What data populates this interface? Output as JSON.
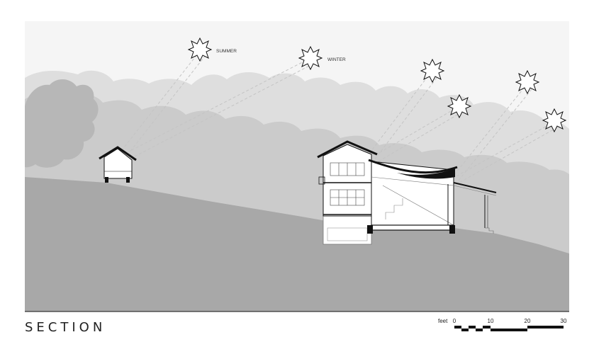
{
  "labels": {
    "summer": "SUMMER",
    "winter": "WINTER",
    "section": "SECTION"
  },
  "scale_bar": {
    "unit": "feet",
    "ticks": [
      "0",
      "10",
      "20",
      "30"
    ]
  },
  "colors": {
    "sky": "#f2f2f2",
    "trees_far": "#dcdcdc",
    "trees_near": "#c9c9c9",
    "ground": "#a9a9a9",
    "sun_ray": "#bdbdbd",
    "line": "#111111"
  }
}
